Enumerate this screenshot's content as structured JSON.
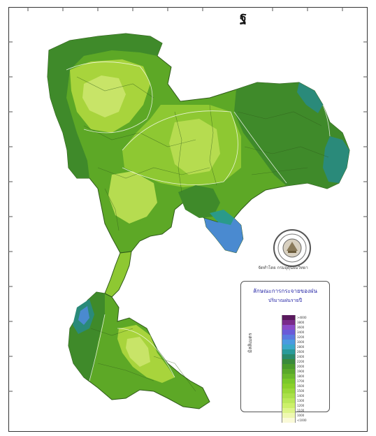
{
  "map": {
    "title_fragment": "ฐ",
    "seal_caption": "จัดทำโดย กรมอุตุนิยมวิทยา",
    "legend": {
      "title": "ลักษณะการกระจายของฝน",
      "subtitle": "ปริมาณฝนรายปี",
      "unit_label": "มิลลิเมตร",
      "scale_labels": [
        ">4000",
        "3800",
        "3600",
        "3400",
        "3200",
        "3000",
        "2800",
        "2600",
        "2400",
        "2200",
        "2000",
        "1900",
        "1800",
        "1700",
        "1600",
        "1500",
        "1400",
        "1300",
        "1200",
        "1100",
        "1000",
        "<1000"
      ],
      "scale_colors": [
        "#5a1a5e",
        "#7a2a8a",
        "#8a4ac8",
        "#6a5ad8",
        "#5a7ae0",
        "#4a9ae0",
        "#3aa8c8",
        "#2a9a9a",
        "#2a8a6a",
        "#3a8a3a",
        "#4a9a2a",
        "#5aa82a",
        "#6ab82a",
        "#7ac82a",
        "#8ad02a",
        "#9ad83a",
        "#aae04a",
        "#bae85a",
        "#ccf06a",
        "#ddf48a",
        "#eef8b0",
        "#fafad8"
      ]
    },
    "colors": {
      "dark_green": "#3f8a2a",
      "mid_green": "#5da826",
      "light_green": "#8ec832",
      "pale_green": "#c2e05a",
      "lightest": "#dcec8a",
      "teal": "#2a8a7a",
      "blue": "#4a8ad0"
    }
  }
}
